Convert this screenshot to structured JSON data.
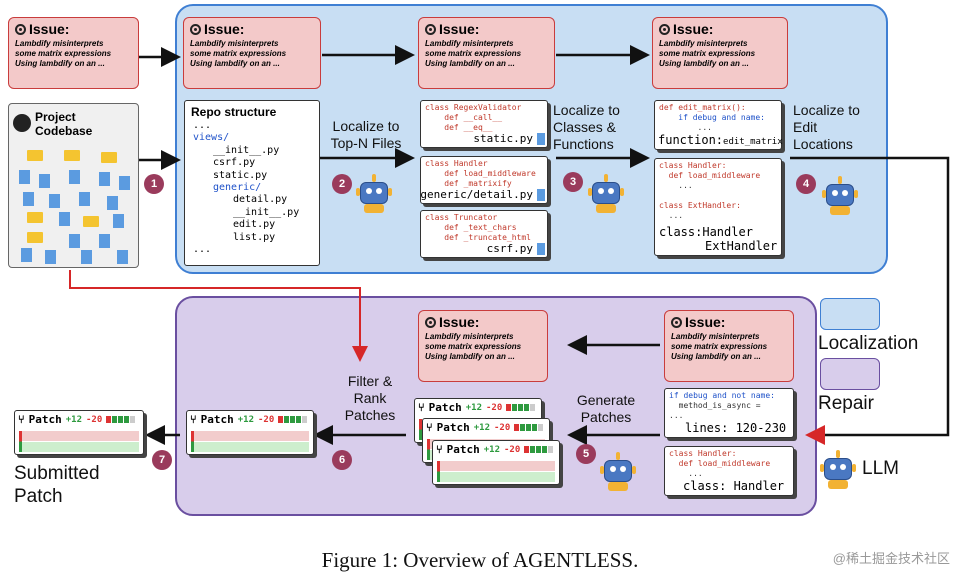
{
  "issue": {
    "title": "Issue:",
    "body": "Lambdify misinterprets\nsome matrix expressions\nUsing lambdify on an ..."
  },
  "project": {
    "title_line1": "Project",
    "title_line2": "Codebase"
  },
  "repo": {
    "title": "Repo structure",
    "lines": [
      {
        "text": "...",
        "indent": 0,
        "blue": false
      },
      {
        "text": "views/",
        "indent": 0,
        "blue": true
      },
      {
        "text": "__init__.py",
        "indent": 1,
        "blue": false
      },
      {
        "text": "csrf.py",
        "indent": 1,
        "blue": false
      },
      {
        "text": "static.py",
        "indent": 1,
        "blue": false
      },
      {
        "text": "generic/",
        "indent": 1,
        "blue": true
      },
      {
        "text": "detail.py",
        "indent": 2,
        "blue": false
      },
      {
        "text": "__init__.py",
        "indent": 2,
        "blue": false
      },
      {
        "text": "edit.py",
        "indent": 2,
        "blue": false
      },
      {
        "text": "list.py",
        "indent": 2,
        "blue": false
      },
      {
        "text": "...",
        "indent": 0,
        "blue": false
      }
    ]
  },
  "files": [
    {
      "cls": "class RegexValidator",
      "defs": [
        "def __call__",
        "def __eq__"
      ],
      "name": "static.py"
    },
    {
      "cls": "class Handler",
      "defs": [
        "def load_middleware",
        "def _matrixify"
      ],
      "name": "generic/detail.py"
    },
    {
      "cls": "class Truncator",
      "defs": [
        "def _text_chars",
        "def _truncate_html"
      ],
      "name": "csrf.py"
    }
  ],
  "func_card": {
    "l1": "def edit_matrix():",
    "l2": "if debug and name:",
    "l3": "...",
    "label": "function:",
    "value": "edit_matrix"
  },
  "class_card": {
    "l1": "class Handler:",
    "l2": "def load_middleware",
    "l3": "...",
    "l4": "class ExtHandler:",
    "l5": "...",
    "label": "class:",
    "v1": "Handler",
    "v2": "ExtHandler"
  },
  "lines_card": {
    "l1": "if debug and not name:",
    "l2": "method_is_async =",
    "l3": "...",
    "label": "lines: 120-230"
  },
  "class2_card": {
    "l1": "class Handler:",
    "l2": "def load_middleware",
    "l3": "...",
    "label": "class: Handler"
  },
  "labels": {
    "localize_files": "Localize to\nTop-N Files",
    "localize_classes": "Localize to\nClasses &\nFunctions",
    "localize_edit": "Localize to\nEdit\nLocations",
    "filter_rank": "Filter &\nRank\nPatches",
    "generate": "Generate\nPatches",
    "submitted": "Submitted\nPatch"
  },
  "patch": {
    "title": "Patch",
    "plus": "+12",
    "minus": "-20"
  },
  "steps": [
    "1",
    "2",
    "3",
    "4",
    "5",
    "6",
    "7"
  ],
  "legend": {
    "localization": "Localization",
    "repair": "Repair",
    "llm": "LLM"
  },
  "caption": "Figure 1: Overview of AGENTLESS.",
  "watermark": "@稀土掘金技术社区",
  "colors": {
    "localization_fill": "#c8def3",
    "localization_border": "#3f7fd3",
    "repair_fill": "#d8cdeb",
    "repair_border": "#6a4fa0",
    "issue_fill": "#f3c9c9",
    "issue_border": "#c93c3c",
    "step": "#9a3b5c"
  }
}
